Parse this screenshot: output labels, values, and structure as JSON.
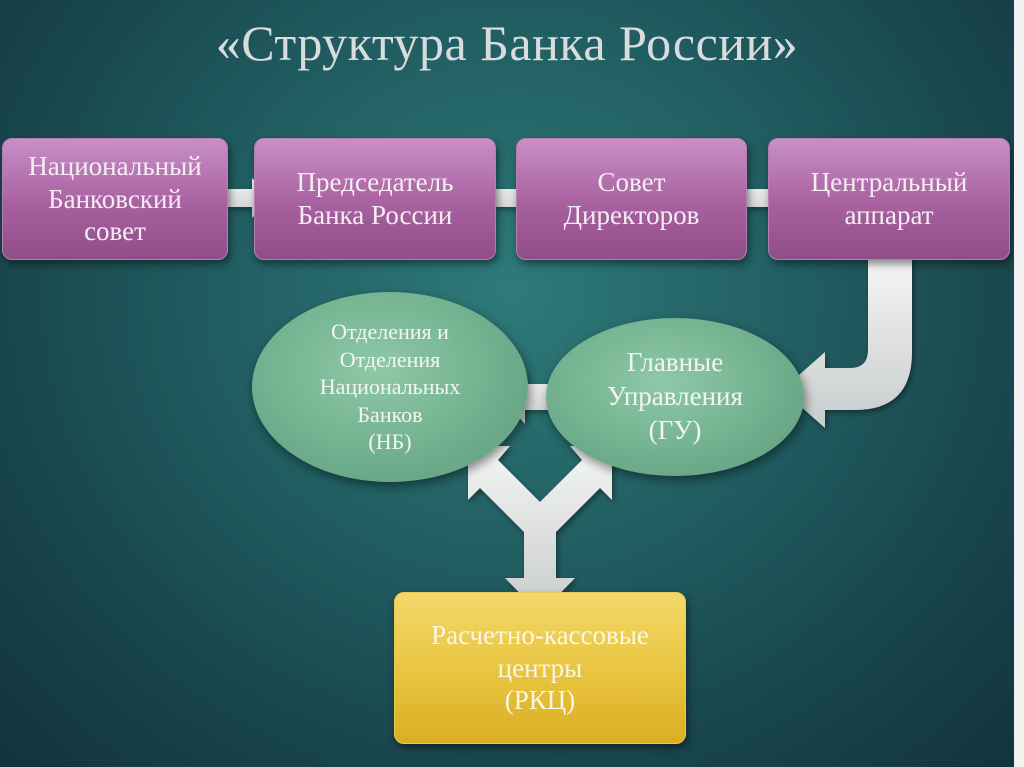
{
  "title": "«Структура Банка России»",
  "nodes": {
    "national_council": "Национальный\nБанковский\nсовет",
    "chairman": "Председатель\nБанка России",
    "board": "Совет\nДиректоров",
    "central_apparatus": "Центральный\nаппарат",
    "departments": "Отделения и\nОтделения\nНациональных\nБанков\n(НБ)",
    "main_directorates": "Главные\nУправления\n(ГУ)",
    "cash_centers": "Расчетно-кассовые\nцентры\n(РКЦ)"
  },
  "colors": {
    "background": "#1f5a5e",
    "purple_box": "#a8609f",
    "green_ellipse": "#6fae8c",
    "yellow_box": "#e8c43e",
    "arrow": "#e4e6e6"
  }
}
